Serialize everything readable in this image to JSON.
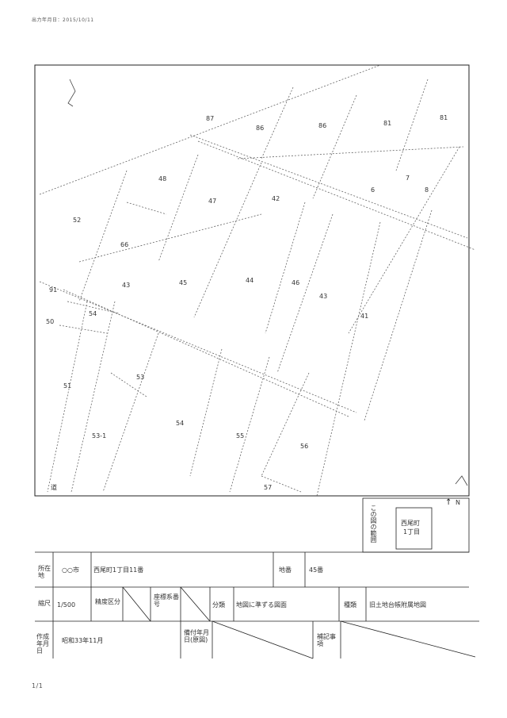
{
  "header": {
    "print_date": "出力年月日：2015/10/11"
  },
  "map": {
    "parcels": [
      {
        "id": "p87",
        "label": "87"
      },
      {
        "id": "p86a",
        "label": "86"
      },
      {
        "id": "p86b",
        "label": "86"
      },
      {
        "id": "p81a",
        "label": "81"
      },
      {
        "id": "p81b",
        "label": "81"
      },
      {
        "id": "p48",
        "label": "48"
      },
      {
        "id": "p47",
        "label": "47"
      },
      {
        "id": "p42",
        "label": "42"
      },
      {
        "id": "p6",
        "label": "6"
      },
      {
        "id": "p7",
        "label": "7"
      },
      {
        "id": "p8",
        "label": "8"
      },
      {
        "id": "p52",
        "label": "52"
      },
      {
        "id": "p66",
        "label": "66"
      },
      {
        "id": "p91",
        "label": "91"
      },
      {
        "id": "p43a",
        "label": "43"
      },
      {
        "id": "p45a",
        "label": "45"
      },
      {
        "id": "p44",
        "label": "44"
      },
      {
        "id": "p46",
        "label": "46"
      },
      {
        "id": "p43b",
        "label": "43"
      },
      {
        "id": "p41",
        "label": "41"
      },
      {
        "id": "p54",
        "label": "54"
      },
      {
        "id": "p50",
        "label": "50"
      },
      {
        "id": "p51",
        "label": "51"
      },
      {
        "id": "p53",
        "label": "53"
      },
      {
        "id": "p54b",
        "label": "54"
      },
      {
        "id": "p53-1",
        "label": "53-1"
      },
      {
        "id": "p55",
        "label": "55"
      },
      {
        "id": "p56",
        "label": "56"
      },
      {
        "id": "p57",
        "label": "57"
      },
      {
        "id": "pdo",
        "label": "道"
      }
    ],
    "compass": {
      "letter": "N"
    }
  },
  "legend": {
    "vertical_label": "この図の範囲",
    "box_text_1": "西尾町",
    "box_text_2": "1丁目"
  },
  "form": {
    "row1": {
      "label_a": "所在地",
      "cell_a": "○○市",
      "cell_b": "西尾町1丁目11番",
      "label_c": "地番",
      "cell_c": "45番"
    },
    "row2": {
      "label_a": "縮尺",
      "cell_a": "1/500",
      "label_b": "精度区分",
      "label_c": "座標系番号",
      "label_d": "分類",
      "cell_d": "地図に準ずる図面",
      "label_e": "種類",
      "cell_e": "旧土地台帳附属地図"
    },
    "row3": {
      "label_a": "作成年月日",
      "cell_a": "昭和33年11月",
      "label_b": "備付年月日(原図)",
      "label_c": "補記事項"
    }
  },
  "footer": {
    "page": "1/1"
  }
}
